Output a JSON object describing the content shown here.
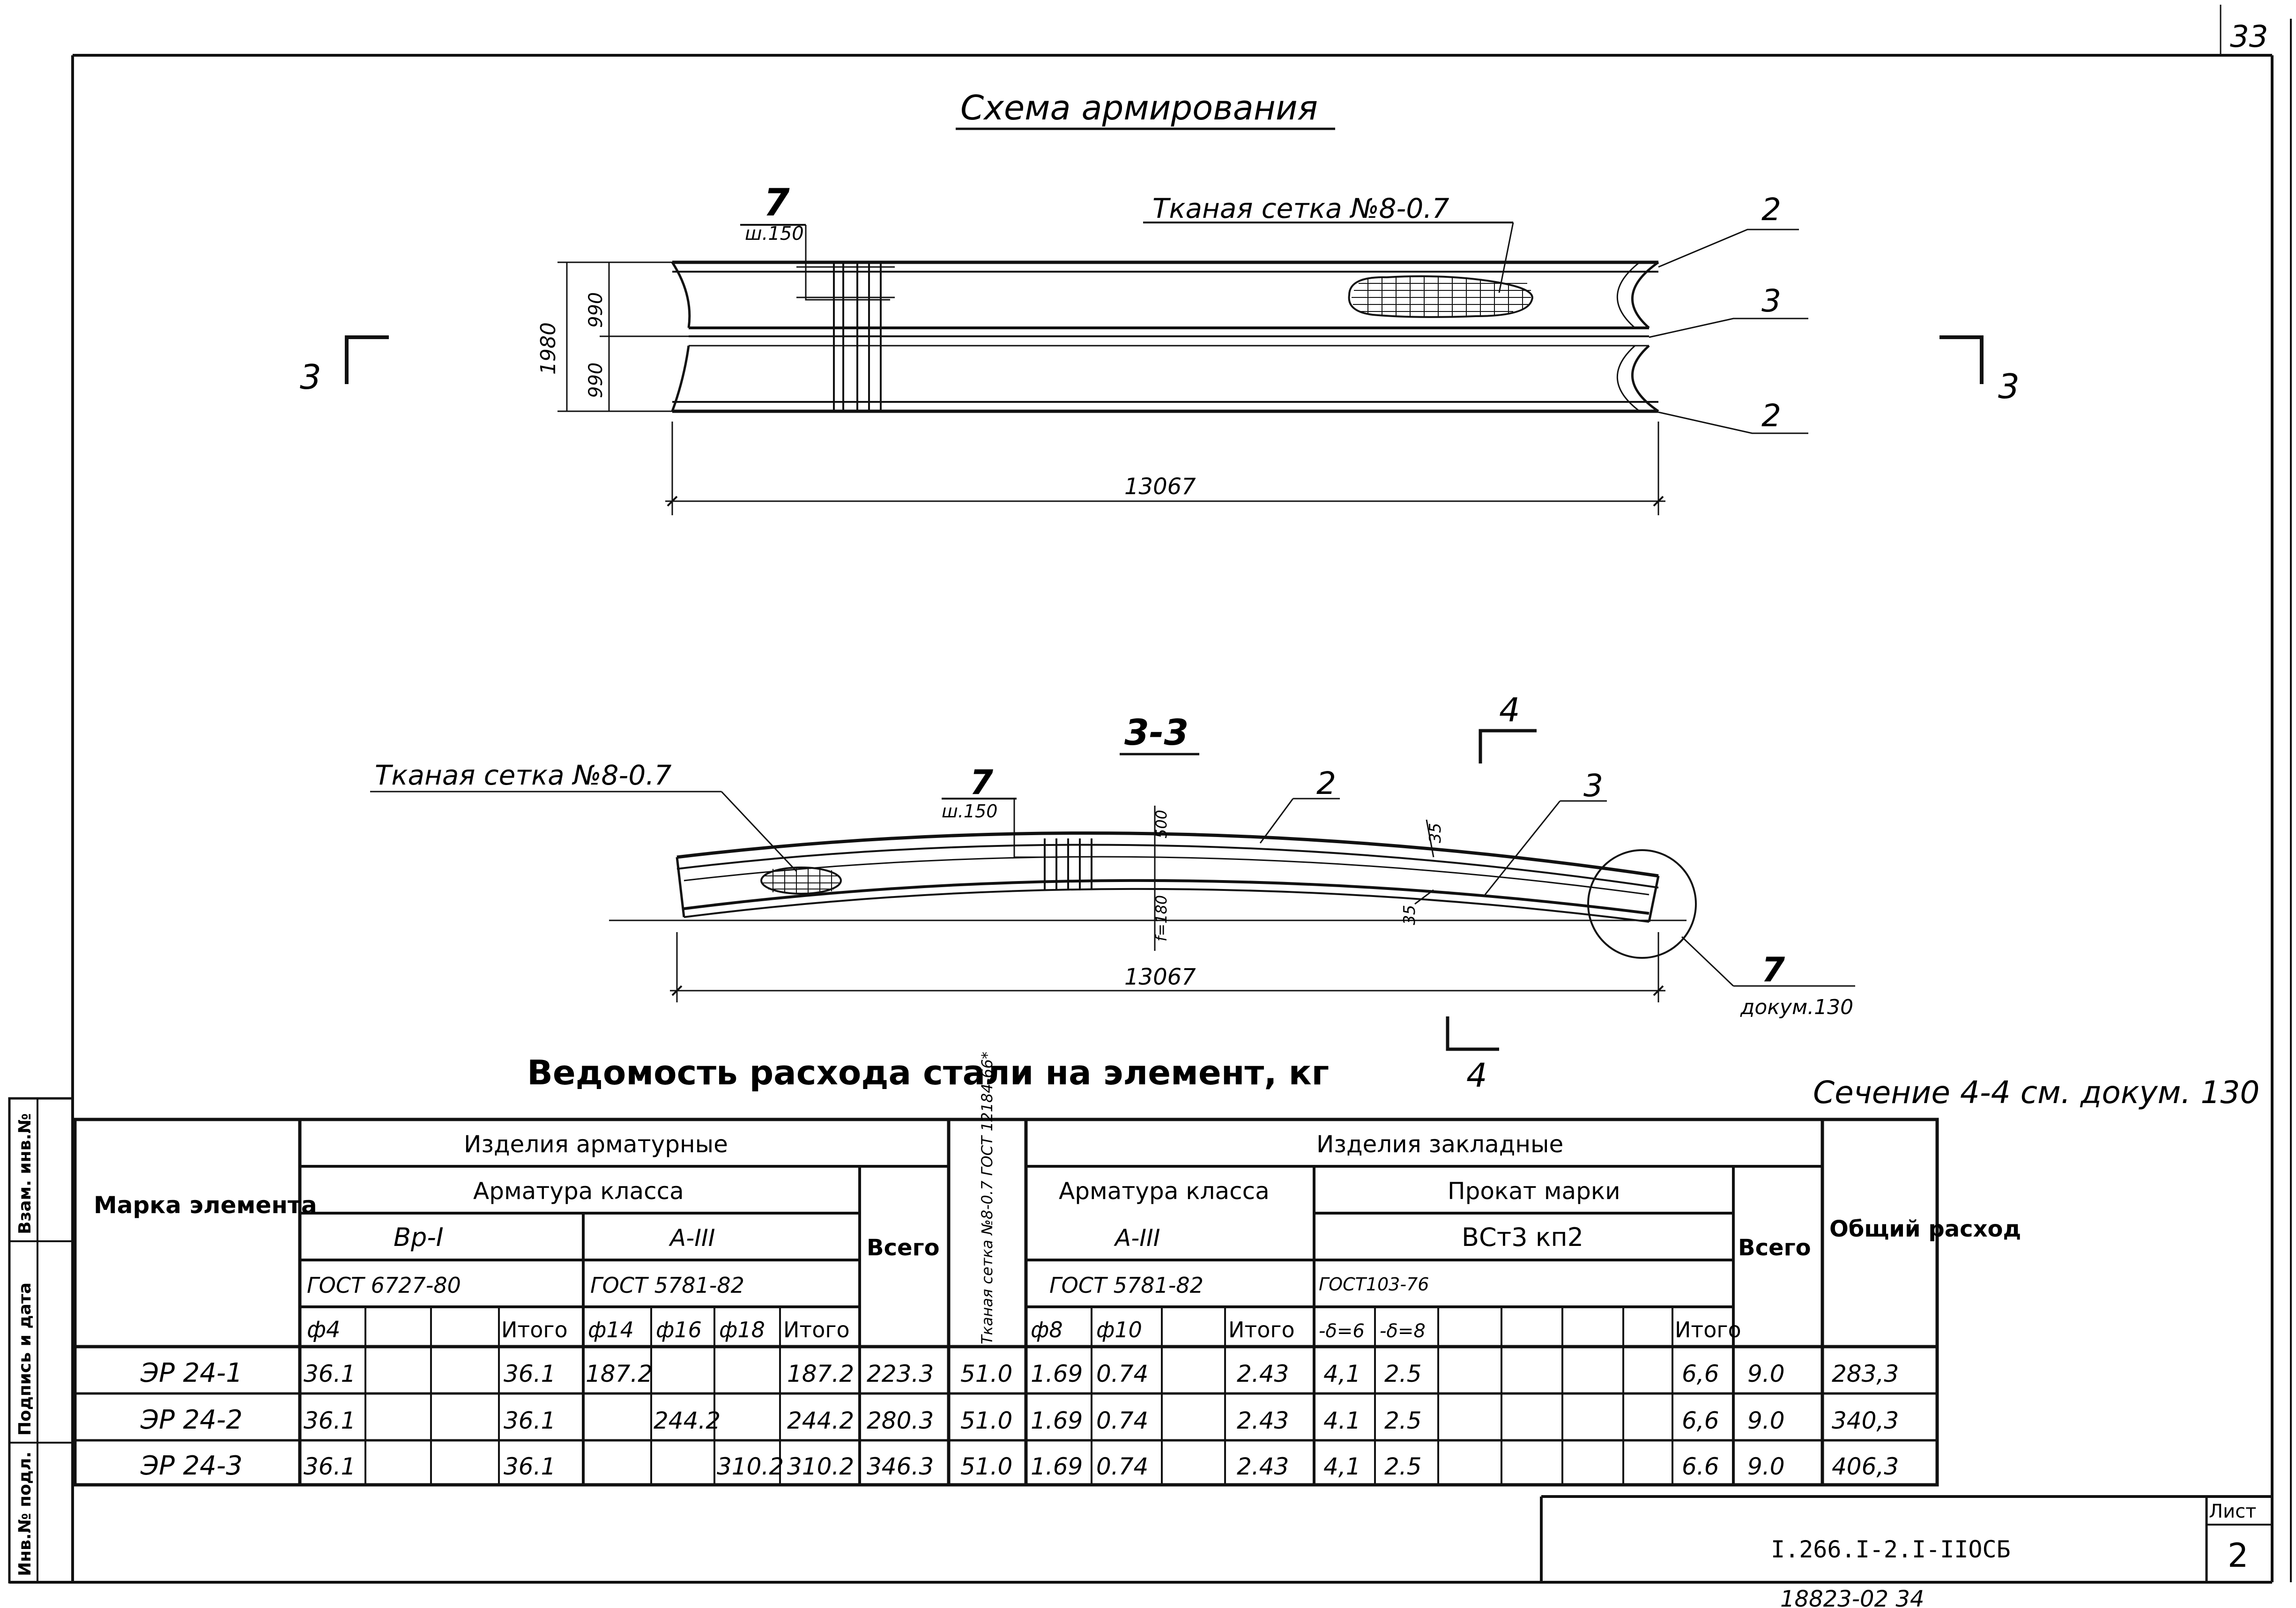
{
  "sheet_corner_number": "33",
  "top_view": {
    "title": "Схема армирования",
    "mesh_callout": "Тканая сетка №8-0.7",
    "mark_7": "7",
    "mark_7_note": "ш.150",
    "mark_2_upper": "2",
    "mark_3": "3",
    "mark_2_lower": "2",
    "dim_height_total": "1980",
    "dim_height_top": "990",
    "dim_height_bottom": "990",
    "dim_length": "13067",
    "section_left_number": "3",
    "section_right_number": "3"
  },
  "section_view": {
    "title": "3-3",
    "mesh_callout": "Тканая сетка №8-0.7",
    "mark_7": "7",
    "mark_7_note": "ш.150",
    "mark_2": "2",
    "mark_3": "3",
    "dim_35_upper": "35",
    "dim_35_lower": "35",
    "dim_500": "500",
    "dim_f": "f=180",
    "dim_length": "13067",
    "section4_top": "4",
    "section4_bottom": "4",
    "mark_7_right": "7",
    "mark_7_right_note": "докум.130",
    "section_note": "Сечение 4-4 см. докум. 130"
  },
  "table": {
    "title": "Ведомость расхода стали на элемент, кг",
    "h_marka": "Марка элемента",
    "h_izd_arm": "Изделия арматурные",
    "h_arm_class": "Арматура класса",
    "h_vr1": "Вр-I",
    "h_a3": "А-III",
    "h_gost_vr": "ГОСТ 6727-80",
    "h_gost_a3": "ГОСТ 5781-82",
    "h_vsego1": "Всего",
    "h_setka": "Тканая сетка №8-0.7 ГОСТ 12184-66*",
    "h_izd_zakl": "Изделия закладные",
    "h_arm_class2": "Арматура класса",
    "h_a3_2": "А-III",
    "h_gost_a3_2": "ГОСТ 5781-82",
    "h_prokat": "Прокат марки",
    "h_vst": "ВСт3 кп2",
    "h_gost_prokat": "ГОСТ103-76",
    "h_vsego2": "Всего",
    "h_obshchiy": "Общий расход",
    "sub": {
      "d4": "ф4",
      "itogo1": "Итого",
      "d14": "ф14",
      "d16": "ф16",
      "d18": "ф18",
      "itogo2": "Итого",
      "d8": "ф8",
      "d10": "ф10",
      "itogo3": "Итого",
      "t6": "-δ=6",
      "t8": "-δ=8",
      "itogo4": "Итого"
    },
    "rows": [
      {
        "mark": "ЭР 24-1",
        "d4": "36.1",
        "it1": "36.1",
        "d14": "187.2",
        "d16": "",
        "d18": "",
        "it2": "187.2",
        "vs1": "223.3",
        "setka": "51.0",
        "d8": "1.69",
        "d10": "0.74",
        "it3": "2.43",
        "t6": "4,1",
        "t8": "2.5",
        "it4": "6,6",
        "vs2": "9.0",
        "total": "283,3"
      },
      {
        "mark": "ЭР 24-2",
        "d4": "36.1",
        "it1": "36.1",
        "d14": "",
        "d16": "244.2",
        "d18": "",
        "it2": "244.2",
        "vs1": "280.3",
        "setka": "51.0",
        "d8": "1.69",
        "d10": "0.74",
        "it3": "2.43",
        "t6": "4.1",
        "t8": "2.5",
        "it4": "6,6",
        "vs2": "9.0",
        "total": "340,3"
      },
      {
        "mark": "ЭР 24-3",
        "d4": "36.1",
        "it1": "36.1",
        "d14": "",
        "d16": "",
        "d18": "310.2",
        "it2": "310.2",
        "vs1": "346.3",
        "setka": "51.0",
        "d8": "1.69",
        "d10": "0.74",
        "it3": "2.43",
        "t6": "4,1",
        "t8": "2.5",
        "it4": "6.6",
        "vs2": "9.0",
        "total": "406,3"
      }
    ]
  },
  "margin_labels": {
    "inv_orig": "Инв.№ подл.",
    "sign_date": "Подпись и дата",
    "vzam": "Взам. инв.№"
  },
  "title_block": {
    "code": "I.266.I-2.I-IIОСБ",
    "list_label": "Лист",
    "list_number": "2",
    "bottom_number": "18823-02 34"
  }
}
